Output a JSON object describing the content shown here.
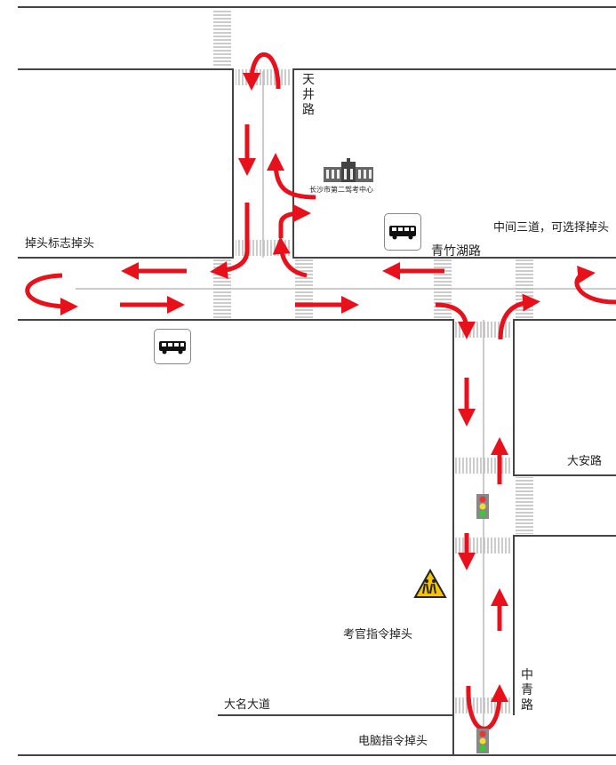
{
  "roads": {
    "north": "天井路",
    "main": "青竹湖路",
    "east_branch": "大安路",
    "south": "中青路",
    "bottom": "大名大道"
  },
  "landmark": "长沙市第二驾考中心",
  "notes": {
    "sign_uturn": "掉头标志掉头",
    "middle_lanes": "中间三道，可选择掉头",
    "examiner_uturn": "考官指令掉头",
    "computer_uturn": "电脑指令掉头"
  },
  "colors": {
    "arrow": "#e8101a",
    "road_edge": "#444444",
    "center_line": "#bbbbbb"
  }
}
